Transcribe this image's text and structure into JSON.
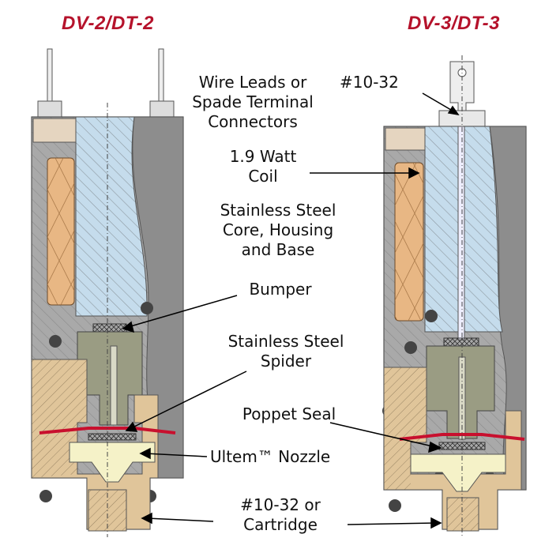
{
  "titles": {
    "left": "DV-2/DT-2",
    "right": "DV-3/DT-3",
    "color": "#b5122b"
  },
  "labels": {
    "wire_leads": [
      "Wire Leads or",
      "Spade Terminal",
      "Connectors"
    ],
    "thread_top": "#10-32",
    "coil": [
      "1.9 Watt",
      "Coil"
    ],
    "stainless_core": [
      "Stainless Steel",
      "Core, Housing",
      "and Base"
    ],
    "bumper": "Bumper",
    "spider": [
      "Stainless Steel",
      "Spider"
    ],
    "poppet_seal": "Poppet Seal",
    "nozzle": "Ultem™ Nozzle",
    "cartridge": [
      "#10-32 or",
      "Cartridge"
    ]
  },
  "colors": {
    "housing_gray": "#a9a9a9",
    "dark_gray": "#8d8d8d",
    "core_blue": "#c5dcec",
    "coil_orange": "#e8b784",
    "base_tan": "#e0c59a",
    "plunger_olive": "#9a9c83",
    "seal_red": "#c8102e",
    "nozzle_yellow": "#f5f2c8"
  }
}
